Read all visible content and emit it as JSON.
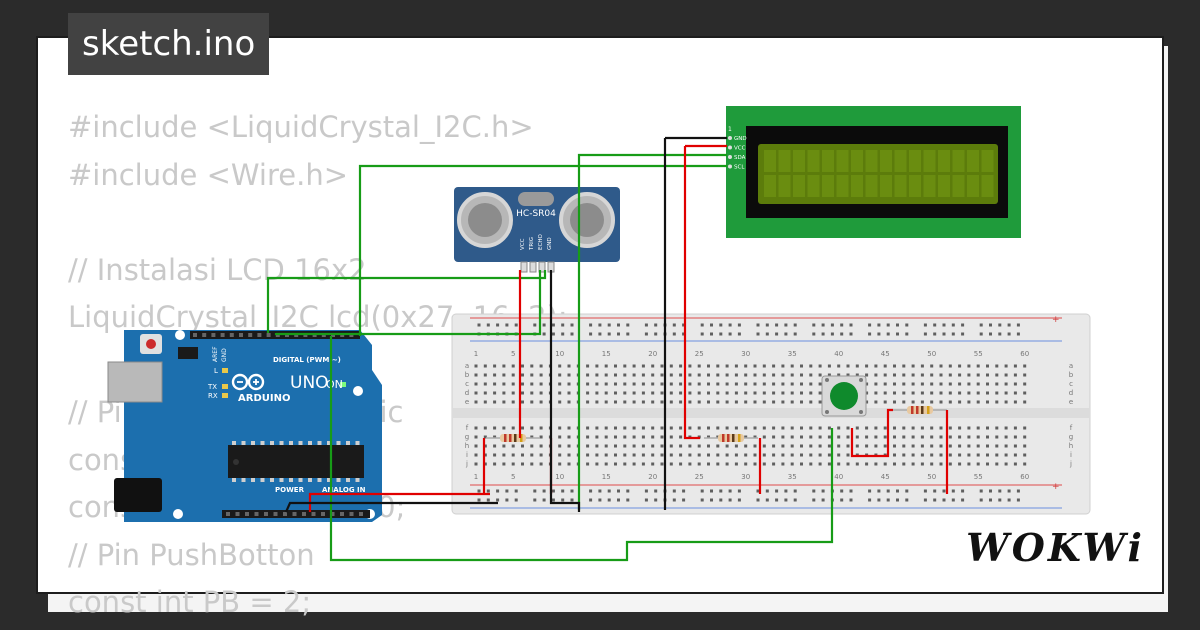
{
  "title": "sketch.ino",
  "code_lines": [
    "#include <LiquidCrystal_I2C.h>",
    "#include <Wire.h>",
    "",
    "// Instalasi LCD 16x2",
    "LiquidCrystal_I2C lcd(0x27, 16, 2);",
    "",
    "// Pin Sensor Ultrasonic",
    "const int trigPin = 9;",
    "const int echoPin = 10;",
    "// Pin PushBotton",
    "const int PB = 2;"
  ],
  "arduino": {
    "brand": "ARDUINO",
    "model": "UNO",
    "digital_label": "DIGITAL (PWM ~)",
    "power_label": "POWER",
    "analog_label": "ANALOG IN",
    "on_label": "ON",
    "l_label": "L",
    "tx_label": "TX",
    "rx_label": "RX",
    "aref_label": "AREF",
    "gnd_label": "GND"
  },
  "sensor": {
    "name": "HC-SR04",
    "pins": [
      "VCC",
      "TRIG",
      "ECHO",
      "GND"
    ]
  },
  "lcd": {
    "pin_number": "1",
    "pins": [
      "GND",
      "VCC",
      "SDA",
      "SCL"
    ]
  },
  "breadboard": {
    "column_numbers": [
      "1",
      "5",
      "10",
      "15",
      "20",
      "25",
      "30",
      "35",
      "40",
      "45",
      "50",
      "55",
      "60"
    ],
    "row_letters_top": [
      "a",
      "b",
      "c",
      "d",
      "e"
    ],
    "row_letters_bottom": [
      "f",
      "g",
      "h",
      "i",
      "j"
    ],
    "rail_plus": "+",
    "rail_minus": "-"
  },
  "brand_mark": "WOKWi",
  "colors": {
    "wire_red": "#e00000",
    "wire_black": "#111111",
    "wire_green": "#179c17",
    "board_blue": "#1c6fae",
    "lcd_green": "#1e9e3a",
    "lcd_screen": "#5a7b09",
    "button_green": "#0f8a2c"
  }
}
